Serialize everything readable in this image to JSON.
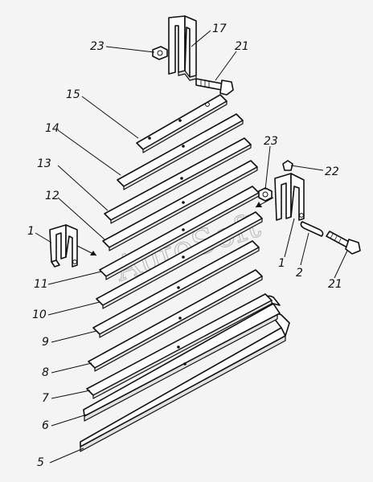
{
  "watermark": "AutoSoft",
  "callouts": {
    "c23a": "23",
    "c17": "17",
    "c21a": "21",
    "c15": "15",
    "c14": "14",
    "c13": "13",
    "c12": "12",
    "c1a": "1",
    "c11": "11",
    "c10": "10",
    "c9": "9",
    "c8": "8",
    "c7": "7",
    "c6": "6",
    "c5": "5",
    "c23b": "23",
    "c22": "22",
    "c1b": "1",
    "c2": "2",
    "c21b": "21"
  }
}
